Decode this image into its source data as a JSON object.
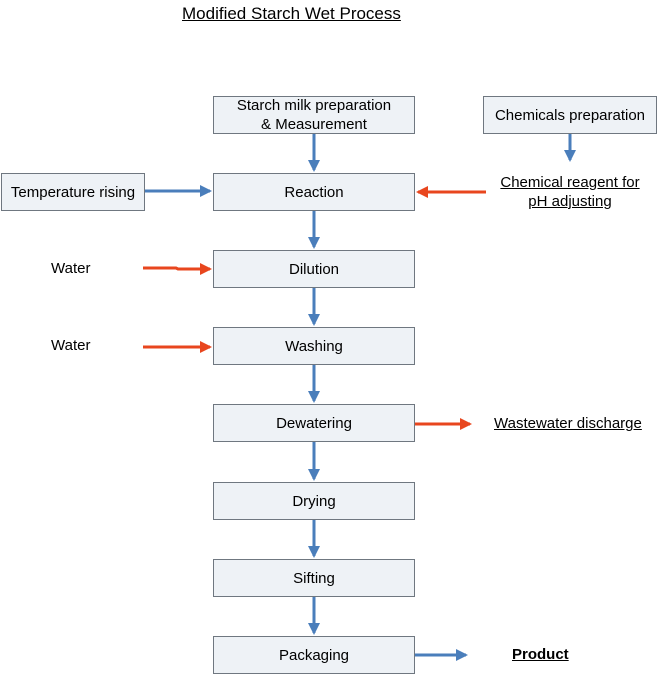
{
  "title": "Modified Starch Wet Process",
  "steps": {
    "starch_milk_line1": "Starch milk preparation",
    "starch_milk_line2": "& Measurement",
    "reaction": "Reaction",
    "dilution": "Dilution",
    "washing": "Washing",
    "dewatering": "Dewatering",
    "drying": "Drying",
    "sifting": "Sifting",
    "packaging": "Packaging"
  },
  "side_boxes": {
    "chemicals_preparation": "Chemicals preparation",
    "temperature_rising": "Temperature rising"
  },
  "labels": {
    "chem_reagent_line1": "Chemical reagent for",
    "chem_reagent_line2": "pH  adjusting",
    "water_1": "Water",
    "water_2": "Water",
    "wastewater": "Wastewater discharge",
    "product": "Product"
  },
  "colors": {
    "main_flow_arrow": "#4a7ebb",
    "input_output_arrow": "#e8461e",
    "box_fill": "#eef2f6",
    "box_border": "#6f7780"
  }
}
